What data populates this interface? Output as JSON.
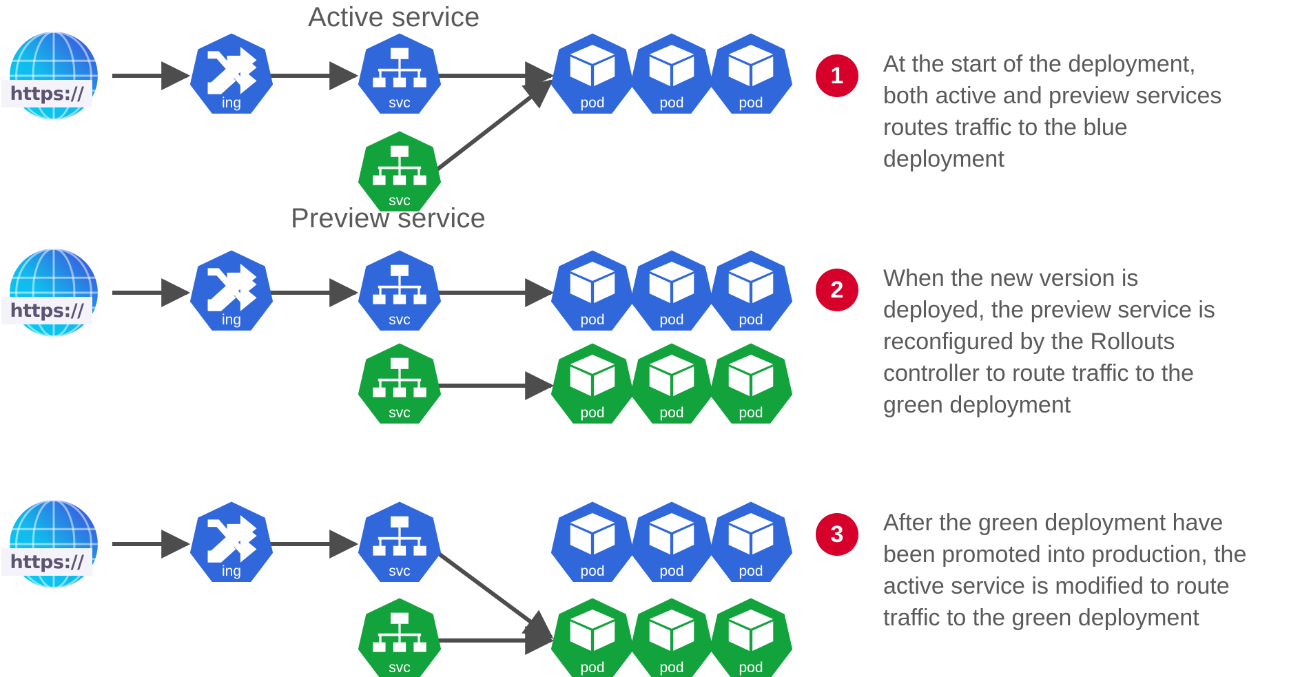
{
  "diagram": {
    "title": "Argo Rollouts blue-green deployment stages",
    "colors": {
      "k8s_blue": "#3068db",
      "k8s_green": "#12a33c",
      "badge_red": "#d6002a",
      "arrow_gray": "#4d4d4d",
      "text_gray": "#5a5a5a",
      "globe_cyan": "#00c6f0",
      "globe_blue": "#3f4fd8",
      "https_chip_bg": "#f4f3f9",
      "https_text": "#5c5470"
    },
    "labels": {
      "active_service": "Active service",
      "preview_service": "Preview service"
    },
    "url_chip": "https://",
    "node_captions": {
      "ingress": "ing",
      "service": "svc",
      "pod": "pod"
    },
    "icon_names": {
      "globe": "globe-https-icon",
      "ingress": "ingress-icon",
      "service": "service-icon",
      "pod": "pod-icon"
    }
  },
  "steps": [
    {
      "number": "1",
      "lines": [
        "At the start of the deployment,",
        "both active and preview services",
        "routes traffic to the blue",
        "deployment"
      ]
    },
    {
      "number": "2",
      "lines": [
        "When the new version is",
        "deployed, the preview service is",
        "reconfigured by the Rollouts",
        "controller to route traffic to the",
        "green deployment"
      ]
    },
    {
      "number": "3",
      "lines": [
        "After the green deployment have",
        "been promoted into production, the",
        "active service is modified to route",
        "traffic to the green deployment"
      ]
    }
  ],
  "rows": [
    {
      "id": "row-1",
      "active_service_color": "blue",
      "preview_service_color": "green",
      "top_pods": [
        "pod",
        "pod",
        "pod"
      ],
      "top_pods_color": "blue",
      "bottom_pods": [],
      "bottom_pods_color": "none"
    },
    {
      "id": "row-2",
      "active_service_color": "blue",
      "preview_service_color": "green",
      "top_pods": [
        "pod",
        "pod",
        "pod"
      ],
      "top_pods_color": "blue",
      "bottom_pods": [
        "pod",
        "pod",
        "pod"
      ],
      "bottom_pods_color": "green"
    },
    {
      "id": "row-3",
      "active_service_color": "blue",
      "preview_service_color": "green",
      "top_pods": [
        "pod",
        "pod",
        "pod"
      ],
      "top_pods_color": "blue",
      "bottom_pods": [
        "pod",
        "pod",
        "pod"
      ],
      "bottom_pods_color": "green"
    }
  ]
}
